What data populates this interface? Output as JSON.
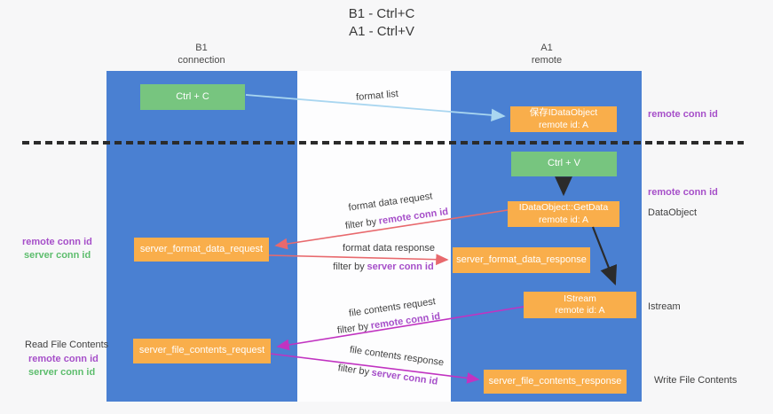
{
  "title": {
    "line1": "B1 - Ctrl+C",
    "line2": "A1 - Ctrl+V"
  },
  "columns": {
    "left": {
      "name": "B1",
      "role": "connection"
    },
    "right": {
      "name": "A1",
      "role": "remote"
    }
  },
  "boxes": {
    "ctrl_c": {
      "label": "Ctrl + C"
    },
    "save_idataobject": {
      "line1": "保存IDataObject",
      "line2": "remote id: A"
    },
    "ctrl_v": {
      "label": "Ctrl + V"
    },
    "getdata": {
      "line1": "IDataObject::GetData",
      "line2": "remote id: A"
    },
    "format_request": {
      "label": "server_format_data_request"
    },
    "format_response": {
      "label": "server_format_data_response"
    },
    "istream": {
      "line1": "IStream",
      "line2": "remote id: A"
    },
    "file_request": {
      "label": "server_file_contents_request"
    },
    "file_response": {
      "label": "server_file_contents_response"
    }
  },
  "side_labels": {
    "remote_conn_id": "remote conn id",
    "server_conn_id": "server conn id",
    "data_object": "DataObject",
    "istream": "Istream",
    "read_file_contents": "Read File Contents",
    "write_file_contents": "Write File Contents"
  },
  "arrow_labels": {
    "format_list": "format list",
    "format_data_request": "format data request",
    "format_data_response": "format data response",
    "file_contents_request": "file contents request",
    "file_contents_response": "file contents response",
    "filter_by": "filter by",
    "remote_conn_id": "remote conn id",
    "server_conn_id": "server conn id"
  },
  "colors": {
    "column_blue": "#4a80d2",
    "box_orange": "#f9ae4b",
    "box_green": "#77c57f",
    "label_purple": "#a64fc9",
    "label_green": "#5dbd6d",
    "arrow_red": "#e8696d",
    "arrow_magenta": "#c133c1",
    "arrow_blue": "#a9d6f0",
    "arrow_black": "#2b2b2b",
    "text_dark": "#3f3f3f"
  }
}
